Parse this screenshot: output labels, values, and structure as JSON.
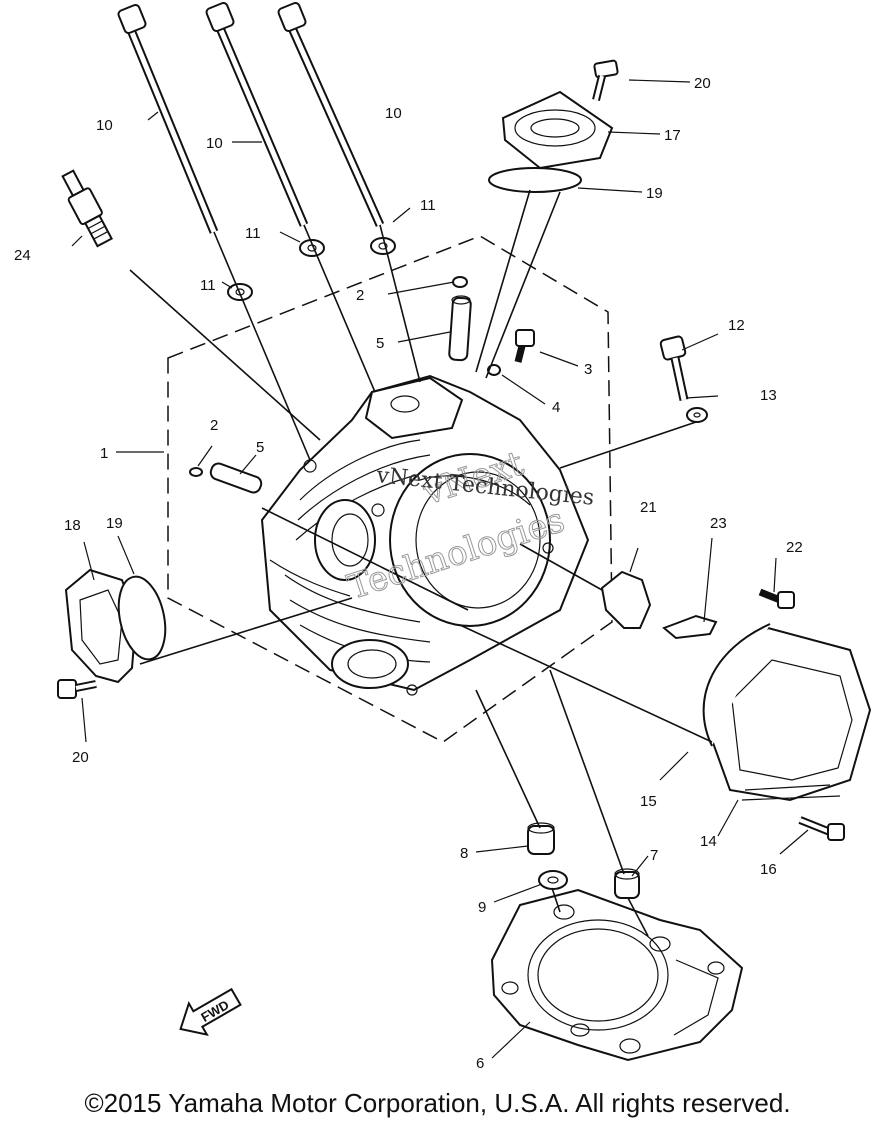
{
  "labels": {
    "l1": "1",
    "l2a": "2",
    "l2b": "2",
    "l3": "3",
    "l4": "4",
    "l5a": "5",
    "l5b": "5",
    "l6": "6",
    "l7": "7",
    "l8": "8",
    "l9": "9",
    "l10a": "10",
    "l10b": "10",
    "l10c": "10",
    "l11a": "11",
    "l11b": "11",
    "l11c": "11",
    "l12": "12",
    "l13": "13",
    "l14": "14",
    "l15": "15",
    "l16": "16",
    "l17": "17",
    "l18": "18",
    "l19a": "19",
    "l19b": "19",
    "l20a": "20",
    "l20b": "20",
    "l21": "21",
    "l22": "22",
    "l23": "23",
    "l24": "24"
  },
  "fwd_label": "FWD",
  "watermark": {
    "text1": "vNext",
    "text2": "Technologies",
    "text3": "vNext Technologies"
  },
  "copyright": "©2015 Yamaha Motor Corporation, U.S.A. All rights reserved."
}
